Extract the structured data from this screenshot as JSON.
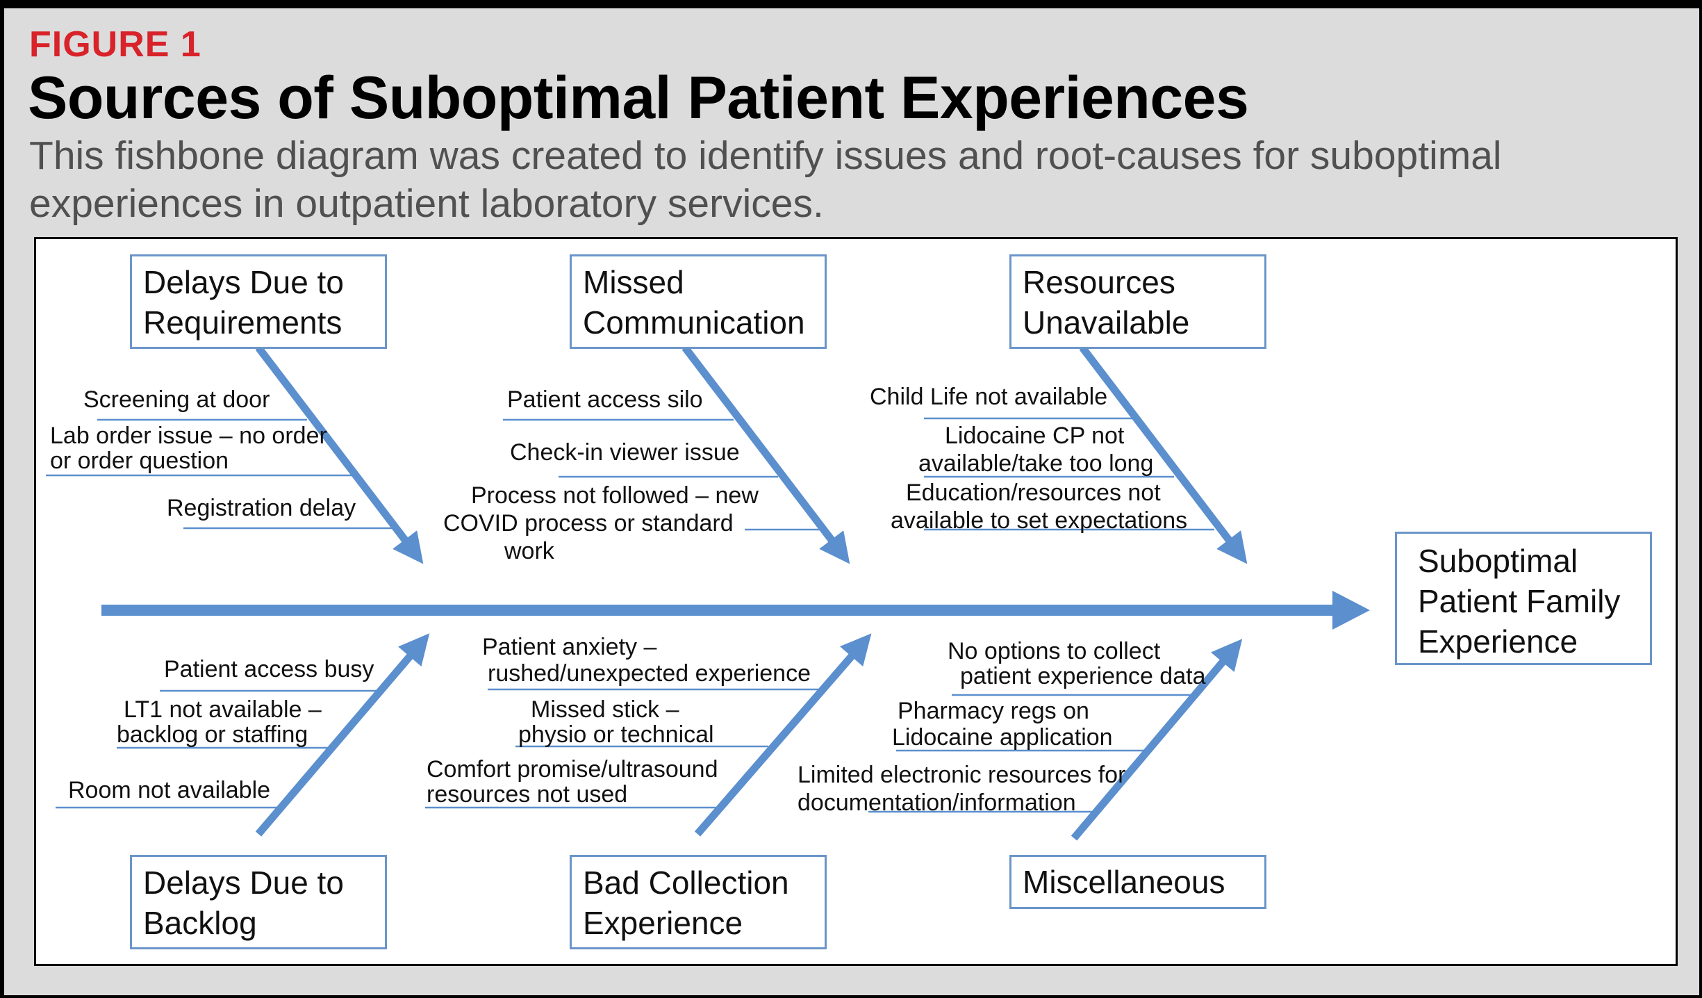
{
  "header": {
    "figure_label": "FIGURE 1",
    "title": "Sources of Suboptimal Patient Experiences",
    "subtitle": "This fishbone diagram was created to identify issues and root-causes for suboptimal experiences in outpatient laboratory services."
  },
  "colors": {
    "bone": "#5b8fce",
    "box_border": "#6b95c9",
    "figure_label": "#d8232a",
    "frame_bg": "#dcdcdc"
  },
  "effect": {
    "label": "Suboptimal Patient Family Experience"
  },
  "categories": {
    "delays_requirements": {
      "title": "Delays Due to Requirements",
      "causes": [
        "Screening at door",
        "Lab order issue – no order",
        "or order question",
        "Registration delay"
      ]
    },
    "missed_communication": {
      "title": "Missed Communication",
      "causes": [
        "Patient access silo",
        "Check-in viewer issue",
        "Process not followed – new",
        "COVID process or standard",
        "work"
      ]
    },
    "resources_unavailable": {
      "title": "Resources Unavailable",
      "causes": [
        "Child Life not available",
        "Lidocaine CP not",
        "available/take too long",
        "Education/resources not",
        "available to set expectations"
      ]
    },
    "delays_backlog": {
      "title": "Delays Due to Backlog",
      "causes": [
        "Patient access busy",
        "LT1 not available –",
        "backlog or staffing",
        "Room not available"
      ]
    },
    "bad_collection": {
      "title": "Bad Collection Experience",
      "causes": [
        "Patient anxiety –",
        "rushed/unexpected experience",
        "Missed stick –",
        "physio or technical",
        "Comfort promise/ultrasound",
        "resources not used"
      ]
    },
    "miscellaneous": {
      "title": "Miscellaneous",
      "causes": [
        "No options to collect",
        "patient experience data",
        "Pharmacy regs on",
        "Lidocaine application",
        "Limited electronic resources for",
        "documentation/information"
      ]
    }
  }
}
